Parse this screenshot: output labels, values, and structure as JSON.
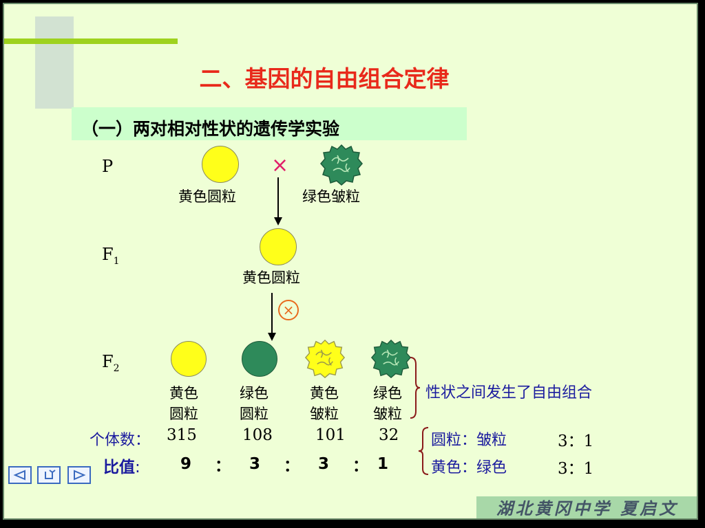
{
  "title": "二、基因的自由组合定律",
  "subtitle": "（一）两对相对性状的遗传学实验",
  "generations": {
    "p": "P",
    "f1": {
      "base": "F",
      "sub": "1"
    },
    "f2": {
      "base": "F",
      "sub": "2"
    }
  },
  "parents": {
    "yellow_round": "黄色圆粒",
    "green_wrinkled": "绿色皱粒",
    "cross_symbol": "×"
  },
  "f1": {
    "label": "黄色圆粒",
    "self_symbol": "×"
  },
  "f2_phenotypes": [
    {
      "line1": "黄色",
      "line2": "圆粒",
      "count": "315",
      "ratio": "9"
    },
    {
      "line1": "绿色",
      "line2": "圆粒",
      "count": "108",
      "ratio": "3"
    },
    {
      "line1": "黄色",
      "line2": "皱粒",
      "count": "101",
      "ratio": "3"
    },
    {
      "line1": "绿色",
      "line2": "皱粒",
      "count": "32",
      "ratio": "1"
    }
  ],
  "count_label": "个体数：",
  "ratio_label": "比值",
  "ratio_colon": ":",
  "ratio_separator": "：",
  "free_combination_note": "性状之间发生了自由组合",
  "trait_ratios": [
    {
      "label": "圆粒：皱粒",
      "value": "3：1"
    },
    {
      "label": "黄色：绿色",
      "value": "3：1"
    }
  ],
  "nav": {
    "prev": "prev-arrow",
    "home": "return-arrow",
    "next": "next-arrow"
  },
  "footer": "湖北黄冈中学 夏启文",
  "colors": {
    "title": "#e8291b",
    "subtitle_bg": "#ccffcc",
    "yellow_pea": "#ffff1a",
    "green_pea": "#2e8a5a",
    "blue_text": "#1a1a9e",
    "accent_bar": "#9ed21e",
    "background": "#efffd6"
  }
}
